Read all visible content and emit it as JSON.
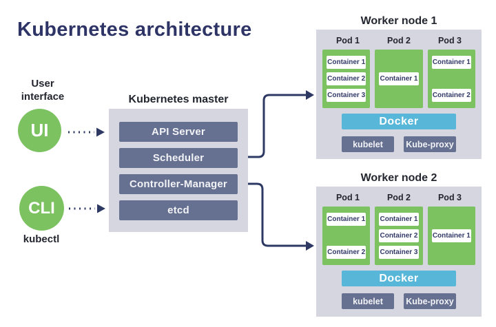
{
  "title": "Kubernetes architecture",
  "actors": {
    "ui": {
      "label": "User interface",
      "abbr": "UI"
    },
    "cli": {
      "label": "kubectl",
      "abbr": "CLI"
    }
  },
  "master": {
    "title": "Kubernetes master",
    "components": [
      "API Server",
      "Scheduler",
      "Controller-Manager",
      "etcd"
    ]
  },
  "workers": [
    {
      "title": "Worker node 1",
      "pods": [
        {
          "label": "Pod 1",
          "containers": [
            "Container 1",
            "Container 2",
            "Container 3"
          ]
        },
        {
          "label": "Pod 2",
          "containers": [
            "Container 1"
          ]
        },
        {
          "label": "Pod 3",
          "containers": [
            "Container 1",
            "Container 2"
          ]
        }
      ],
      "runtime": "Docker",
      "services": [
        "kubelet",
        "Kube-proxy"
      ]
    },
    {
      "title": "Worker node 2",
      "pods": [
        {
          "label": "Pod 1",
          "containers": [
            "Container 1",
            "Container 2"
          ]
        },
        {
          "label": "Pod 2",
          "containers": [
            "Container 1",
            "Container 2",
            "Container 3"
          ]
        },
        {
          "label": "Pod 3",
          "containers": [
            "Container 1"
          ]
        }
      ],
      "runtime": "Docker",
      "services": [
        "kubelet",
        "Kube-proxy"
      ]
    }
  ],
  "colors": {
    "title_navy": "#2e3566",
    "dark_label": "#23262f",
    "green": "#7cc261",
    "panel_gray": "#d5d6e0",
    "slate": "#667090",
    "docker_blue": "#58b7d9",
    "arrow_navy": "#2d3863",
    "container_text": "#323a68"
  }
}
